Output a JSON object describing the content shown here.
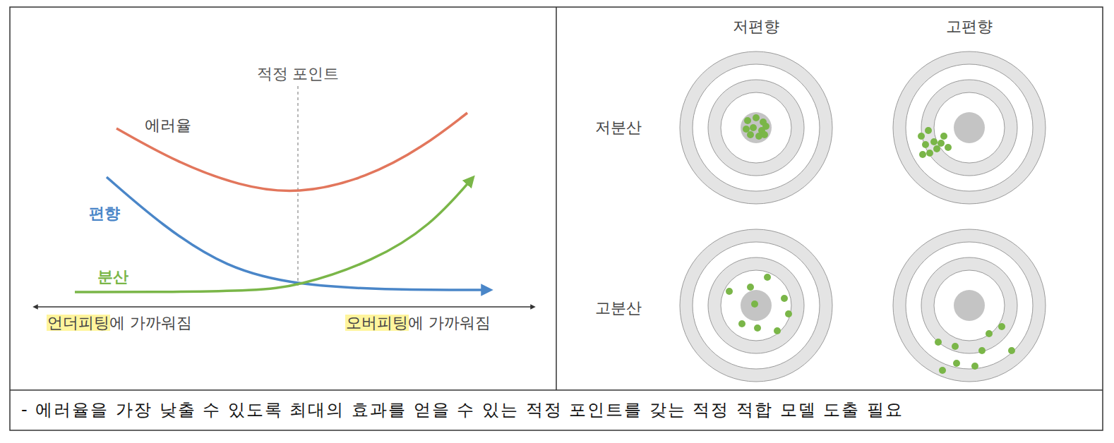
{
  "diagram": {
    "caption": "- 에러율을 가장 낮출 수 있도록 최대의 효과를 얻을 수 있는 적정 포인트를 갖는 적정 적합 모델 도출 필요",
    "labels": [
      "적정 포인트",
      "에러율",
      "편향",
      "분산",
      "언더피팅에 가까워짐",
      "오버피팅에 가까워짐",
      "저편향",
      "고편향",
      "저분산",
      "고분산"
    ]
  }
}
